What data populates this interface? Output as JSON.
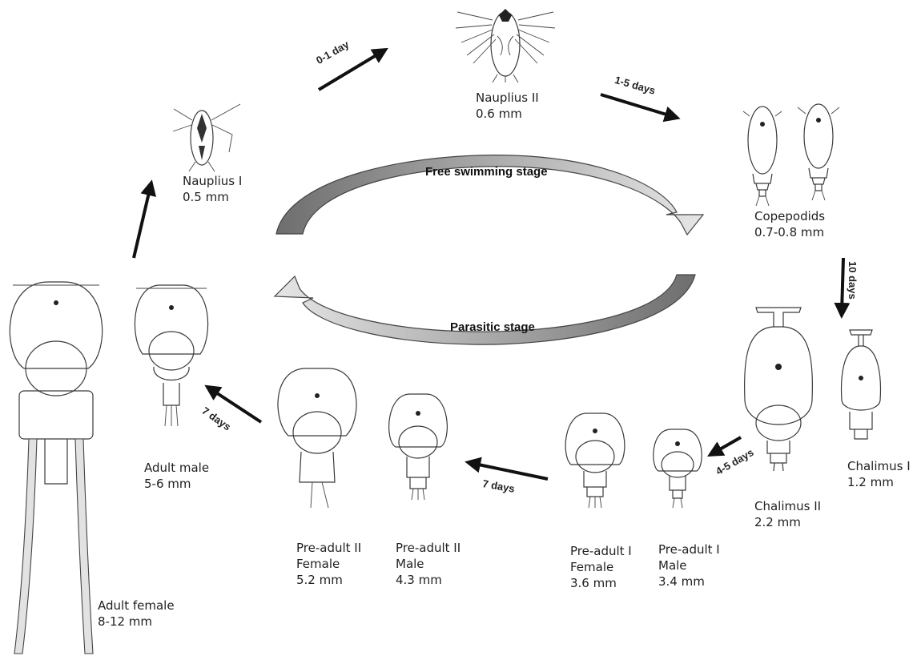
{
  "cycle": {
    "free_swimming_label": "Free swimming stage",
    "parasitic_label": "Parasitic stage"
  },
  "stages": {
    "nauplius_1": {
      "name": "Nauplius I",
      "size": "0.5 mm"
    },
    "nauplius_2": {
      "name": "Nauplius II",
      "size": "0.6 mm"
    },
    "copepodids": {
      "name": "Copepodids",
      "size": "0.7-0.8 mm"
    },
    "chalimus_1": {
      "name": "Chalimus I",
      "size": "1.2 mm"
    },
    "chalimus_2": {
      "name": "Chalimus II",
      "size": "2.2 mm"
    },
    "preadult_1_male": {
      "name": "Pre-adult I",
      "sex": "Male",
      "size": "3.4 mm"
    },
    "preadult_1_female": {
      "name": "Pre-adult I",
      "sex": "Female",
      "size": "3.6 mm"
    },
    "preadult_2_male": {
      "name": "Pre-adult II",
      "sex": "Male",
      "size": "4.3 mm"
    },
    "preadult_2_female": {
      "name": "Pre-adult II",
      "sex": "Female",
      "size": "5.2 mm"
    },
    "adult_male": {
      "name": "Adult male",
      "size": "5-6 mm"
    },
    "adult_female": {
      "name": "Adult female",
      "size": "8-12 mm"
    }
  },
  "durations": {
    "n1_to_n2": "0-1 day",
    "n2_to_copepodid": "1-5 days",
    "copepodid_to_chalimus": "10 days",
    "chalimus_to_preadult1": "4-5 days",
    "preadult1_to_preadult2": "7 days",
    "preadult2_to_adult": "7 days"
  },
  "colors": {
    "ink": "#222222",
    "arrow_dark": "#7a7a7a",
    "arrow_light": "#d9d9d9",
    "drawing_line": "#3a3a3a"
  }
}
